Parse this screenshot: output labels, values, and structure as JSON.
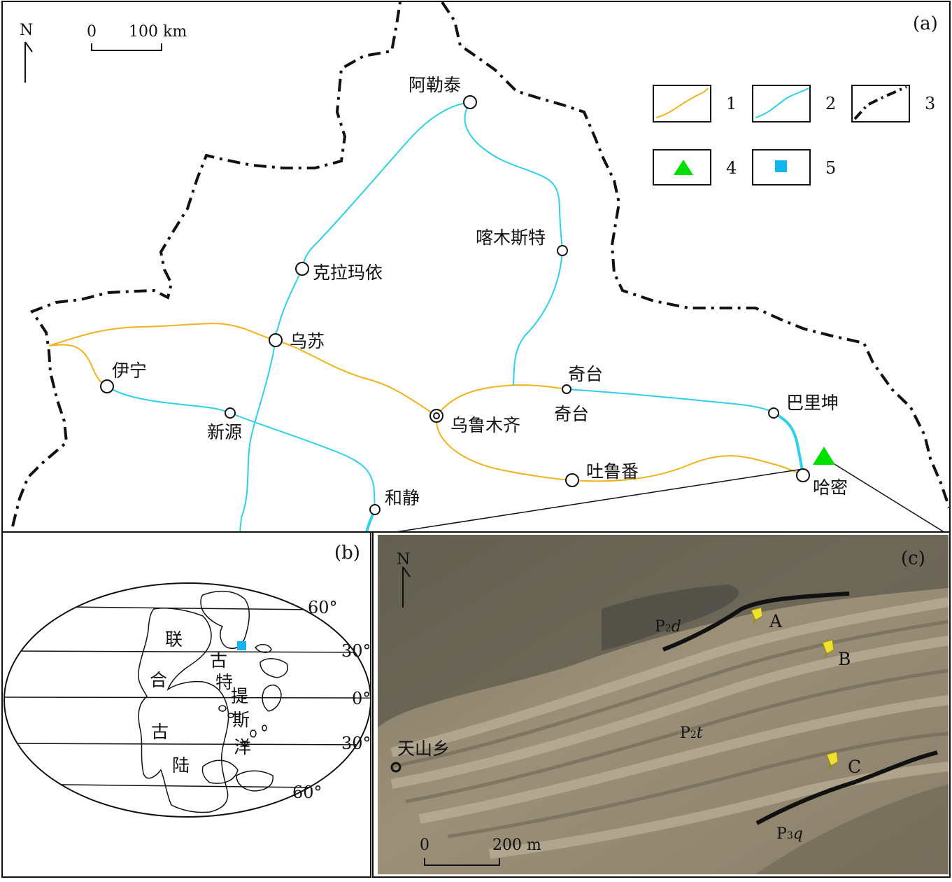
{
  "panel_a": {
    "label": "(a)",
    "north": "N",
    "scale": {
      "zero": "0",
      "distance": "100 km"
    },
    "cities": {
      "altay": "阿勒泰",
      "karamay": "克拉玛依",
      "kamust": "喀木斯特",
      "wusu": "乌苏",
      "yining": "伊宁",
      "xinyuan": "新源",
      "urumqi": "乌鲁木齐",
      "qitai_top": "奇台",
      "qitai_bottom": "奇台",
      "barkol": "巴里坤",
      "turpan": "吐鲁番",
      "hami": "哈密",
      "hejing": "和静"
    },
    "legend": [
      {
        "num": "1",
        "kind": "line",
        "color": "#f2b21c"
      },
      {
        "num": "2",
        "kind": "line",
        "color": "#2ed0ea"
      },
      {
        "num": "3",
        "kind": "boundary",
        "color": "#111111"
      },
      {
        "num": "4",
        "kind": "triangle",
        "color": "#00e000"
      },
      {
        "num": "5",
        "kind": "square",
        "color": "#14b4f0"
      }
    ]
  },
  "panel_b": {
    "label": "(b)",
    "lat": [
      "60°",
      "30°",
      "0°",
      "30°",
      "60°"
    ],
    "pangea": [
      "联",
      "合",
      "古",
      "陆"
    ],
    "tethys": [
      "古",
      "特",
      "提",
      "斯",
      "洋"
    ]
  },
  "panel_c": {
    "label": "(c)",
    "north": "N",
    "units": {
      "p2d": {
        "sub": "2",
        "pre": "P",
        "post": "d"
      },
      "p2t": {
        "sub": "2",
        "pre": "P",
        "post": "t"
      },
      "p3q": {
        "sub": "3",
        "pre": "P",
        "post": "q"
      }
    },
    "points": [
      "A",
      "B",
      "C"
    ],
    "town": "天山乡",
    "scale": {
      "zero": "0",
      "distance": "200 m"
    }
  },
  "colors": {
    "road": "#f2b21c",
    "river": "#2ed0ea",
    "triangle": "#00e000",
    "square": "#14b4f0",
    "pin": "#f0e030"
  }
}
